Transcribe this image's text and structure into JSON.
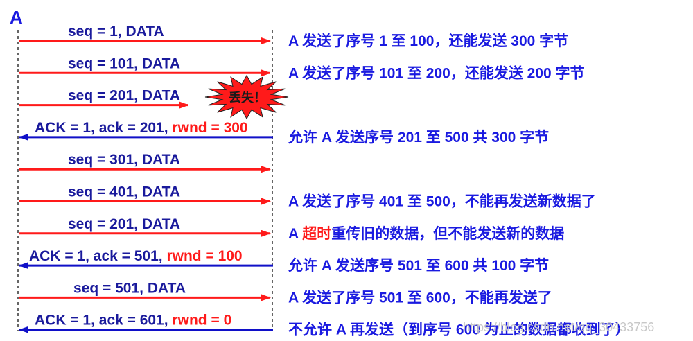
{
  "host_label": "A",
  "colors": {
    "data": "#ff1a1a",
    "ack": "#1010c8",
    "label": "#1a1a9c",
    "desc": "#1a1ae0",
    "highlight": "#ff1a1a",
    "burst": "#ff1a1a"
  },
  "loss_badge": "丢失！",
  "watermark": "https://blog.csdn.net/qq_30433756",
  "rows": [
    {
      "kind": "data",
      "label": "seq = 1, DATA",
      "desc": "A 发送了序号 1 至 100，还能发送 300 字节"
    },
    {
      "kind": "data",
      "label": "seq = 101, DATA",
      "desc": "A 发送了序号 101 至 200，还能发送 200 字节"
    },
    {
      "kind": "data-lost",
      "label": "seq = 201, DATA",
      "desc": ""
    },
    {
      "kind": "ack",
      "label": "ACK = 1, ack = 201, ",
      "label_red": "rwnd = 300",
      "desc": "允许 A 发送序号 201 至 500  共 300 字节"
    },
    {
      "kind": "data",
      "label": "seq = 301, DATA",
      "desc": ""
    },
    {
      "kind": "data",
      "label": "seq = 401, DATA",
      "desc": "A 发送了序号 401 至 500，不能再发送新数据了"
    },
    {
      "kind": "data",
      "label": "seq = 201, DATA",
      "desc_pre": "A ",
      "desc_red": "超时",
      "desc": "重传旧的数据，但不能发送新的数据"
    },
    {
      "kind": "ack",
      "label": "ACK = 1, ack = 501, ",
      "label_red": "rwnd = 100",
      "desc": "允许 A 发送序号 501 至 600 共 100 字节"
    },
    {
      "kind": "data",
      "label": "seq = 501, DATA",
      "desc": "A 发送了序号 501 至 600，不能再发送了"
    },
    {
      "kind": "ack",
      "label": "ACK = 1, ack = 601, ",
      "label_red": "rwnd = 0",
      "desc": "不允许 A 再发送（到序号 600 为止的数据都收到了）"
    }
  ]
}
